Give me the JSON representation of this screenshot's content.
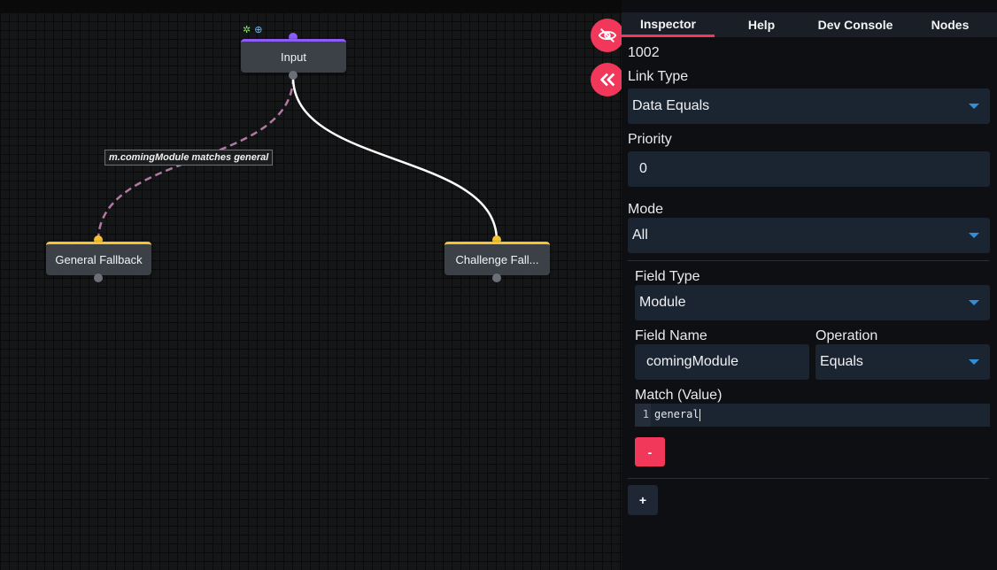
{
  "canvas": {
    "nodes": {
      "input": {
        "label": "Input"
      },
      "general": {
        "label": "General Fallback"
      },
      "challenge": {
        "label": "Challenge Fall..."
      }
    },
    "edge_label": "m.comingModule matches general",
    "node_toolbar_icons": [
      "bug-icon",
      "target-icon"
    ]
  },
  "actions": {
    "hide_icon": "eye-off-icon",
    "collapse_icon": "double-chevron-left-icon"
  },
  "tabs": [
    {
      "label": "Inspector",
      "active": true
    },
    {
      "label": "Help"
    },
    {
      "label": "Dev Console"
    },
    {
      "label": "Nodes"
    }
  ],
  "inspector": {
    "id": "1002",
    "link_type": {
      "label": "Link Type",
      "value": "Data Equals"
    },
    "priority": {
      "label": "Priority",
      "value": "0"
    },
    "mode": {
      "label": "Mode",
      "value": "All"
    },
    "condition": {
      "field_type": {
        "label": "Field Type",
        "value": "Module"
      },
      "field_name": {
        "label": "Field Name",
        "value": "comingModule"
      },
      "operation": {
        "label": "Operation",
        "value": "Equals"
      },
      "match": {
        "label": "Match (Value)",
        "line_number": "1",
        "value": "general"
      },
      "remove_label": "-"
    },
    "add_label": "+"
  },
  "colors": {
    "accent": "#f2385a",
    "input_node": "#8b5cf6",
    "output_node": "#f5c231",
    "dropdown_caret": "#2f8fd8"
  }
}
